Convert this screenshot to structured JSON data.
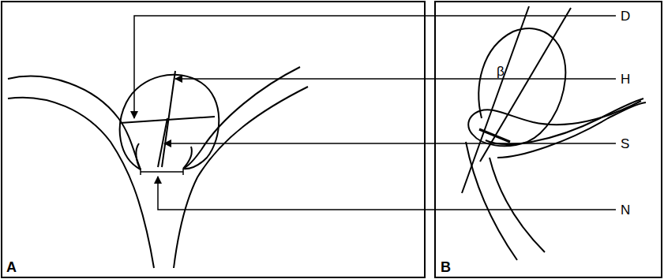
{
  "diagram": {
    "labels": [
      "D",
      "H",
      "S",
      "N",
      "A",
      "β",
      "B"
    ]
  }
}
